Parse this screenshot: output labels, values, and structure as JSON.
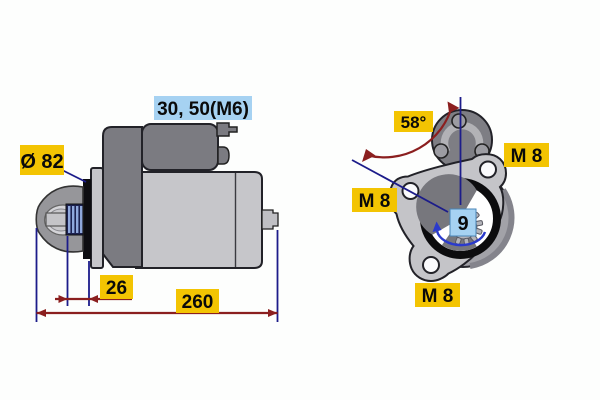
{
  "diagram": {
    "subject": "starter-motor-dimension-drawing",
    "side_view": {
      "terminal_label": "30, 50(M6)",
      "flange_diameter_label": "Ø 82",
      "pinion_projection_label": "26",
      "total_length_label": "260"
    },
    "front_view": {
      "angle_label": "58°",
      "pinion_teeth_label": "9",
      "bolt_labels": [
        "M 8",
        "M 8",
        "M 8"
      ]
    },
    "colors": {
      "yellow_label_bg": "#f3c402",
      "blue_label_bg": "#a6d2f2",
      "dimension_red": "#8b1f1f",
      "extension_navy": "#1c1c8a",
      "rotation_blue": "#2a3acc",
      "body_light_gray": "#c6c6ca",
      "body_dark_gray": "#7b7b81",
      "fork_gray": "#96969a",
      "background": "#fdfefd"
    }
  }
}
